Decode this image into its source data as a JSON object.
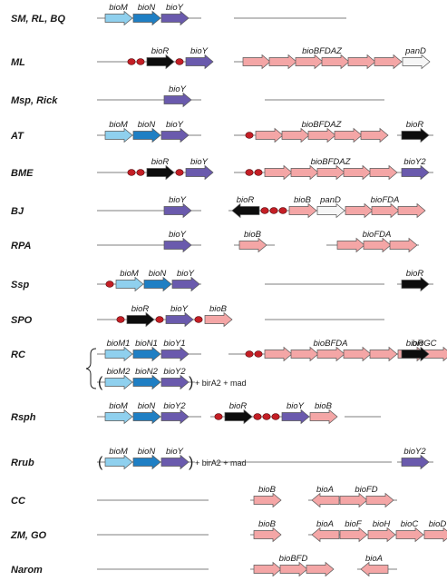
{
  "colors": {
    "lightblue": "#8fd0ee",
    "blue": "#1f7fc4",
    "purple": "#6a5aad",
    "pink": "#f4a6a6",
    "black": "#0d0d0d",
    "white": "#f6f6f6",
    "site": "#c41e25",
    "line": "#555555"
  },
  "rows": [
    {
      "label": "SM, RL, BQ",
      "segments": [
        {
          "backbone": true,
          "genes": [
            {
              "name": "bioM",
              "color": "lightblue",
              "dir": "r"
            },
            {
              "name": "bioN",
              "color": "blue",
              "dir": "r"
            },
            {
              "name": "bioY",
              "color": "purple",
              "dir": "r"
            }
          ]
        },
        {
          "blank": true
        }
      ]
    },
    {
      "label": "ML",
      "segments": [
        {
          "backbone": true,
          "genes": [
            {
              "name": "bioR",
              "color": "black",
              "dir": "r",
              "sites": 2
            },
            {
              "name": "bioY",
              "color": "purple",
              "dir": "r",
              "sites": 1
            }
          ]
        },
        {
          "genes": [
            {
              "name": "bioBFDAZ",
              "color": "pink",
              "dir": "r",
              "n": 6
            },
            {
              "name": "panD",
              "color": "white",
              "dir": "r"
            }
          ]
        }
      ]
    },
    {
      "label": "Msp, Rick",
      "segments": [
        {
          "backbone": true,
          "genes": [
            {
              "name": "bioY",
              "color": "purple",
              "dir": "r"
            }
          ]
        },
        {
          "blank": true
        }
      ]
    },
    {
      "label": "AT",
      "segments": [
        {
          "backbone": true,
          "genes": [
            {
              "name": "bioM",
              "color": "lightblue",
              "dir": "r"
            },
            {
              "name": "bioN",
              "color": "blue",
              "dir": "r"
            },
            {
              "name": "bioY",
              "color": "purple",
              "dir": "r"
            }
          ]
        },
        {
          "genes": [
            {
              "name": "bioBFDAZ",
              "color": "pink",
              "dir": "r",
              "n": 5,
              "sites": 1
            }
          ]
        },
        {
          "genes": [
            {
              "name": "bioR",
              "color": "black",
              "dir": "r"
            }
          ]
        }
      ]
    },
    {
      "label": "BME",
      "segments": [
        {
          "backbone": true,
          "genes": [
            {
              "name": "bioR",
              "color": "black",
              "dir": "r",
              "sites": 2
            },
            {
              "name": "bioY",
              "color": "purple",
              "dir": "r",
              "sites": 1
            }
          ]
        },
        {
          "genes": [
            {
              "name": "bioBFDAZ",
              "color": "pink",
              "dir": "r",
              "n": 5,
              "sites": 2
            }
          ]
        },
        {
          "genes": [
            {
              "name": "bioY2",
              "color": "purple",
              "dir": "r"
            }
          ]
        }
      ]
    },
    {
      "label": "BJ",
      "segments": [
        {
          "backbone": true,
          "genes": [
            {
              "name": "bioY",
              "color": "purple",
              "dir": "r"
            }
          ]
        },
        {
          "genes": [
            {
              "name": "bioR",
              "color": "black",
              "dir": "l",
              "sitesAfter": 3
            },
            {
              "name": "bioB",
              "color": "pink",
              "dir": "r"
            },
            {
              "name": "panD",
              "color": "white",
              "dir": "r"
            },
            {
              "name": "bioFDA",
              "color": "pink",
              "dir": "r",
              "n": 3
            }
          ]
        }
      ]
    },
    {
      "label": "RPA",
      "segments": [
        {
          "backbone": true,
          "genes": [
            {
              "name": "bioY",
              "color": "purple",
              "dir": "r"
            }
          ]
        },
        {
          "genes": [
            {
              "name": "bioB",
              "color": "pink",
              "dir": "r"
            }
          ]
        },
        {
          "genes": [
            {
              "name": "bioFDA",
              "color": "pink",
              "dir": "r",
              "n": 3
            }
          ]
        }
      ]
    },
    {
      "label": "Ssp",
      "segments": [
        {
          "backbone": true,
          "genes": [
            {
              "name": "bioM",
              "color": "lightblue",
              "dir": "r",
              "sites": 1
            },
            {
              "name": "bioN",
              "color": "blue",
              "dir": "r"
            },
            {
              "name": "bioY",
              "color": "purple",
              "dir": "r"
            }
          ]
        },
        {
          "blank": true
        },
        {
          "genes": [
            {
              "name": "bioR",
              "color": "black",
              "dir": "r"
            }
          ]
        }
      ]
    },
    {
      "label": "SPO",
      "segments": [
        {
          "backbone": true,
          "genes": [
            {
              "name": "bioR",
              "color": "black",
              "dir": "r",
              "sites": 1,
              "sitesAfter": 1
            },
            {
              "name": "bioY",
              "color": "purple",
              "dir": "r"
            },
            {
              "name": "bioB",
              "color": "pink",
              "dir": "r",
              "sites": 1
            }
          ]
        },
        {
          "blank": true
        }
      ]
    },
    {
      "label": "RC",
      "segments": [
        {
          "backbone": true,
          "genes": [
            {
              "name": "bioM1",
              "color": "lightblue",
              "dir": "r"
            },
            {
              "name": "bioN1",
              "color": "blue",
              "dir": "r"
            },
            {
              "name": "bioY1",
              "color": "purple",
              "dir": "r"
            }
          ]
        },
        {
          "genes": [
            {
              "name": "bioBFDA",
              "color": "pink",
              "dir": "r",
              "n": 5,
              "sites": 2
            },
            {
              "name": "bioGC",
              "color": "pink",
              "dir": "r",
              "n": 2
            }
          ]
        },
        {
          "genes": [
            {
              "name": "bioR",
              "color": "black",
              "dir": "r"
            }
          ]
        }
      ]
    },
    {
      "label": "",
      "segments": [
        {
          "backbone": true,
          "parens": true,
          "genes": [
            {
              "name": "bioM2",
              "color": "lightblue",
              "dir": "r"
            },
            {
              "name": "bioN2",
              "color": "blue",
              "dir": "r"
            },
            {
              "name": "bioY2",
              "color": "purple",
              "dir": "r"
            }
          ]
        }
      ],
      "suffix": "+ birA2 + mad"
    },
    {
      "label": "Rsph",
      "segments": [
        {
          "backbone": true,
          "genes": [
            {
              "name": "bioM",
              "color": "lightblue",
              "dir": "r"
            },
            {
              "name": "bioN",
              "color": "blue",
              "dir": "r"
            },
            {
              "name": "bioY2",
              "color": "purple",
              "dir": "r"
            }
          ]
        },
        {
          "genes": [
            {
              "name": "bioR",
              "color": "black",
              "dir": "r",
              "sites": 1,
              "sitesAfter": 3
            },
            {
              "name": "bioY",
              "color": "purple",
              "dir": "r"
            },
            {
              "name": "bioB",
              "color": "pink",
              "dir": "r"
            }
          ]
        },
        {
          "blank": true
        }
      ]
    },
    {
      "label": "Rrub",
      "segments": [
        {
          "backbone": true,
          "parens": true,
          "genes": [
            {
              "name": "bioM",
              "color": "lightblue",
              "dir": "r"
            },
            {
              "name": "bioN",
              "color": "blue",
              "dir": "r"
            },
            {
              "name": "bioY",
              "color": "purple",
              "dir": "r"
            }
          ]
        },
        {
          "blank": true
        },
        {
          "genes": [
            {
              "name": "bioY2",
              "color": "purple",
              "dir": "r"
            }
          ]
        }
      ],
      "suffix": "+ birA2 + mad"
    },
    {
      "label": "CC",
      "segments": [
        {
          "blank": true
        },
        {
          "genes": [
            {
              "name": "bioB",
              "color": "pink",
              "dir": "r"
            }
          ]
        },
        {
          "genes": [
            {
              "name": "bioA",
              "color": "pink",
              "dir": "l"
            },
            {
              "name": "bioFD",
              "color": "pink",
              "dir": "r",
              "n": 2
            }
          ]
        }
      ]
    },
    {
      "label": "ZM, GO",
      "segments": [
        {
          "blank": true
        },
        {
          "genes": [
            {
              "name": "bioB",
              "color": "pink",
              "dir": "r"
            }
          ]
        },
        {
          "genes": [
            {
              "name": "bioA",
              "color": "pink",
              "dir": "l"
            },
            {
              "name": "bioF",
              "color": "pink",
              "dir": "r"
            },
            {
              "name": "bioH",
              "color": "pink",
              "dir": "r"
            },
            {
              "name": "bioC",
              "color": "pink",
              "dir": "r"
            },
            {
              "name": "bioD",
              "color": "pink",
              "dir": "r"
            }
          ]
        }
      ]
    },
    {
      "label": "Narom",
      "segments": [
        {
          "blank": true
        },
        {
          "genes": [
            {
              "name": "bioBFD",
              "color": "pink",
              "dir": "r",
              "n": 3
            }
          ]
        },
        {
          "genes": [
            {
              "name": "bioA",
              "color": "pink",
              "dir": "l"
            }
          ]
        }
      ]
    }
  ]
}
